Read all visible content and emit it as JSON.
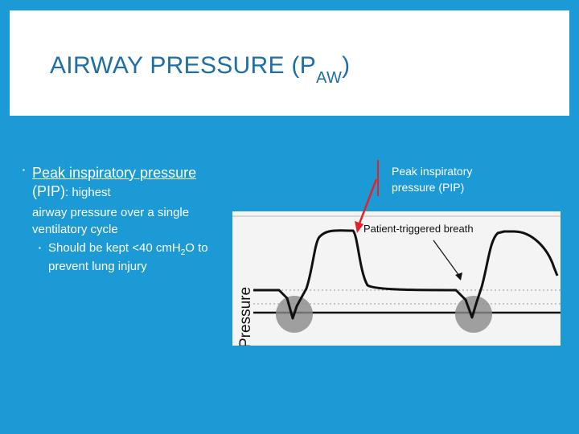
{
  "slide": {
    "title_main": "AIRWAY PRESSURE (P",
    "title_sub": "AW",
    "title_close": ")"
  },
  "bullets": {
    "marker": "▪",
    "b1_term": "Peak inspiratory pressure ",
    "b1_abbrev": "(PIP)",
    "b1_tail": ": highest",
    "b1_rest": "airway pressure over a single ventilatory cycle",
    "b2_pre": "Should be kept <40 cmH",
    "b2_sub": "2",
    "b2_post": "O to prevent lung injury"
  },
  "annotation": {
    "pip_label": "Peak inspiratory pressure (PIP)"
  },
  "figure": {
    "y_axis_label": "Pressure",
    "callout": "Patient-triggered breath"
  },
  "colors": {
    "background": "#1b9ad6",
    "title": "#1e6fa3",
    "arrow": "#e0242a"
  }
}
